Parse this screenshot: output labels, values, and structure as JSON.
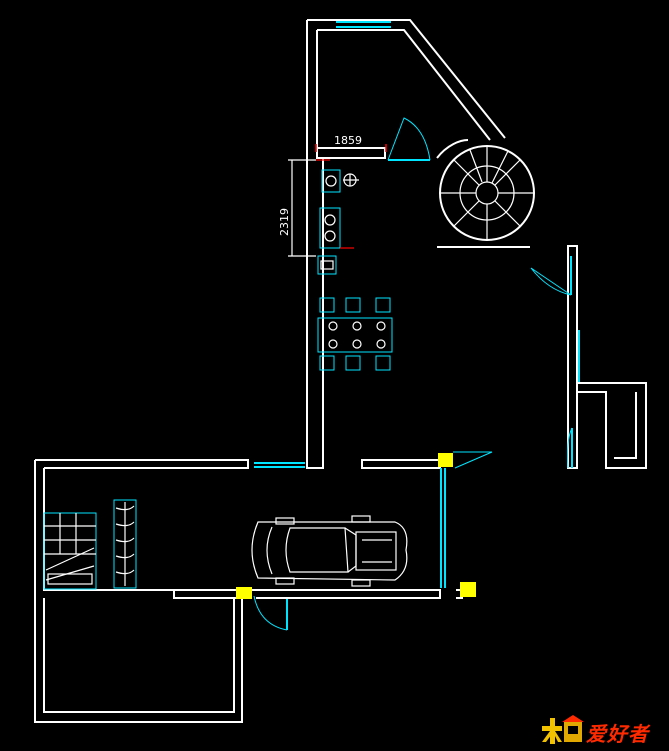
{
  "drawing": {
    "dimensions": {
      "top_width": "1859",
      "side_height": "2319"
    }
  },
  "watermark": {
    "brand_text": "爱好者",
    "accent_color": "#ff2a00"
  },
  "colors": {
    "background": "#000000",
    "wall": "#ffffff",
    "fixture": "#00e5ff",
    "marker": "#ffff00",
    "dimension_tick": "#ff0000"
  }
}
